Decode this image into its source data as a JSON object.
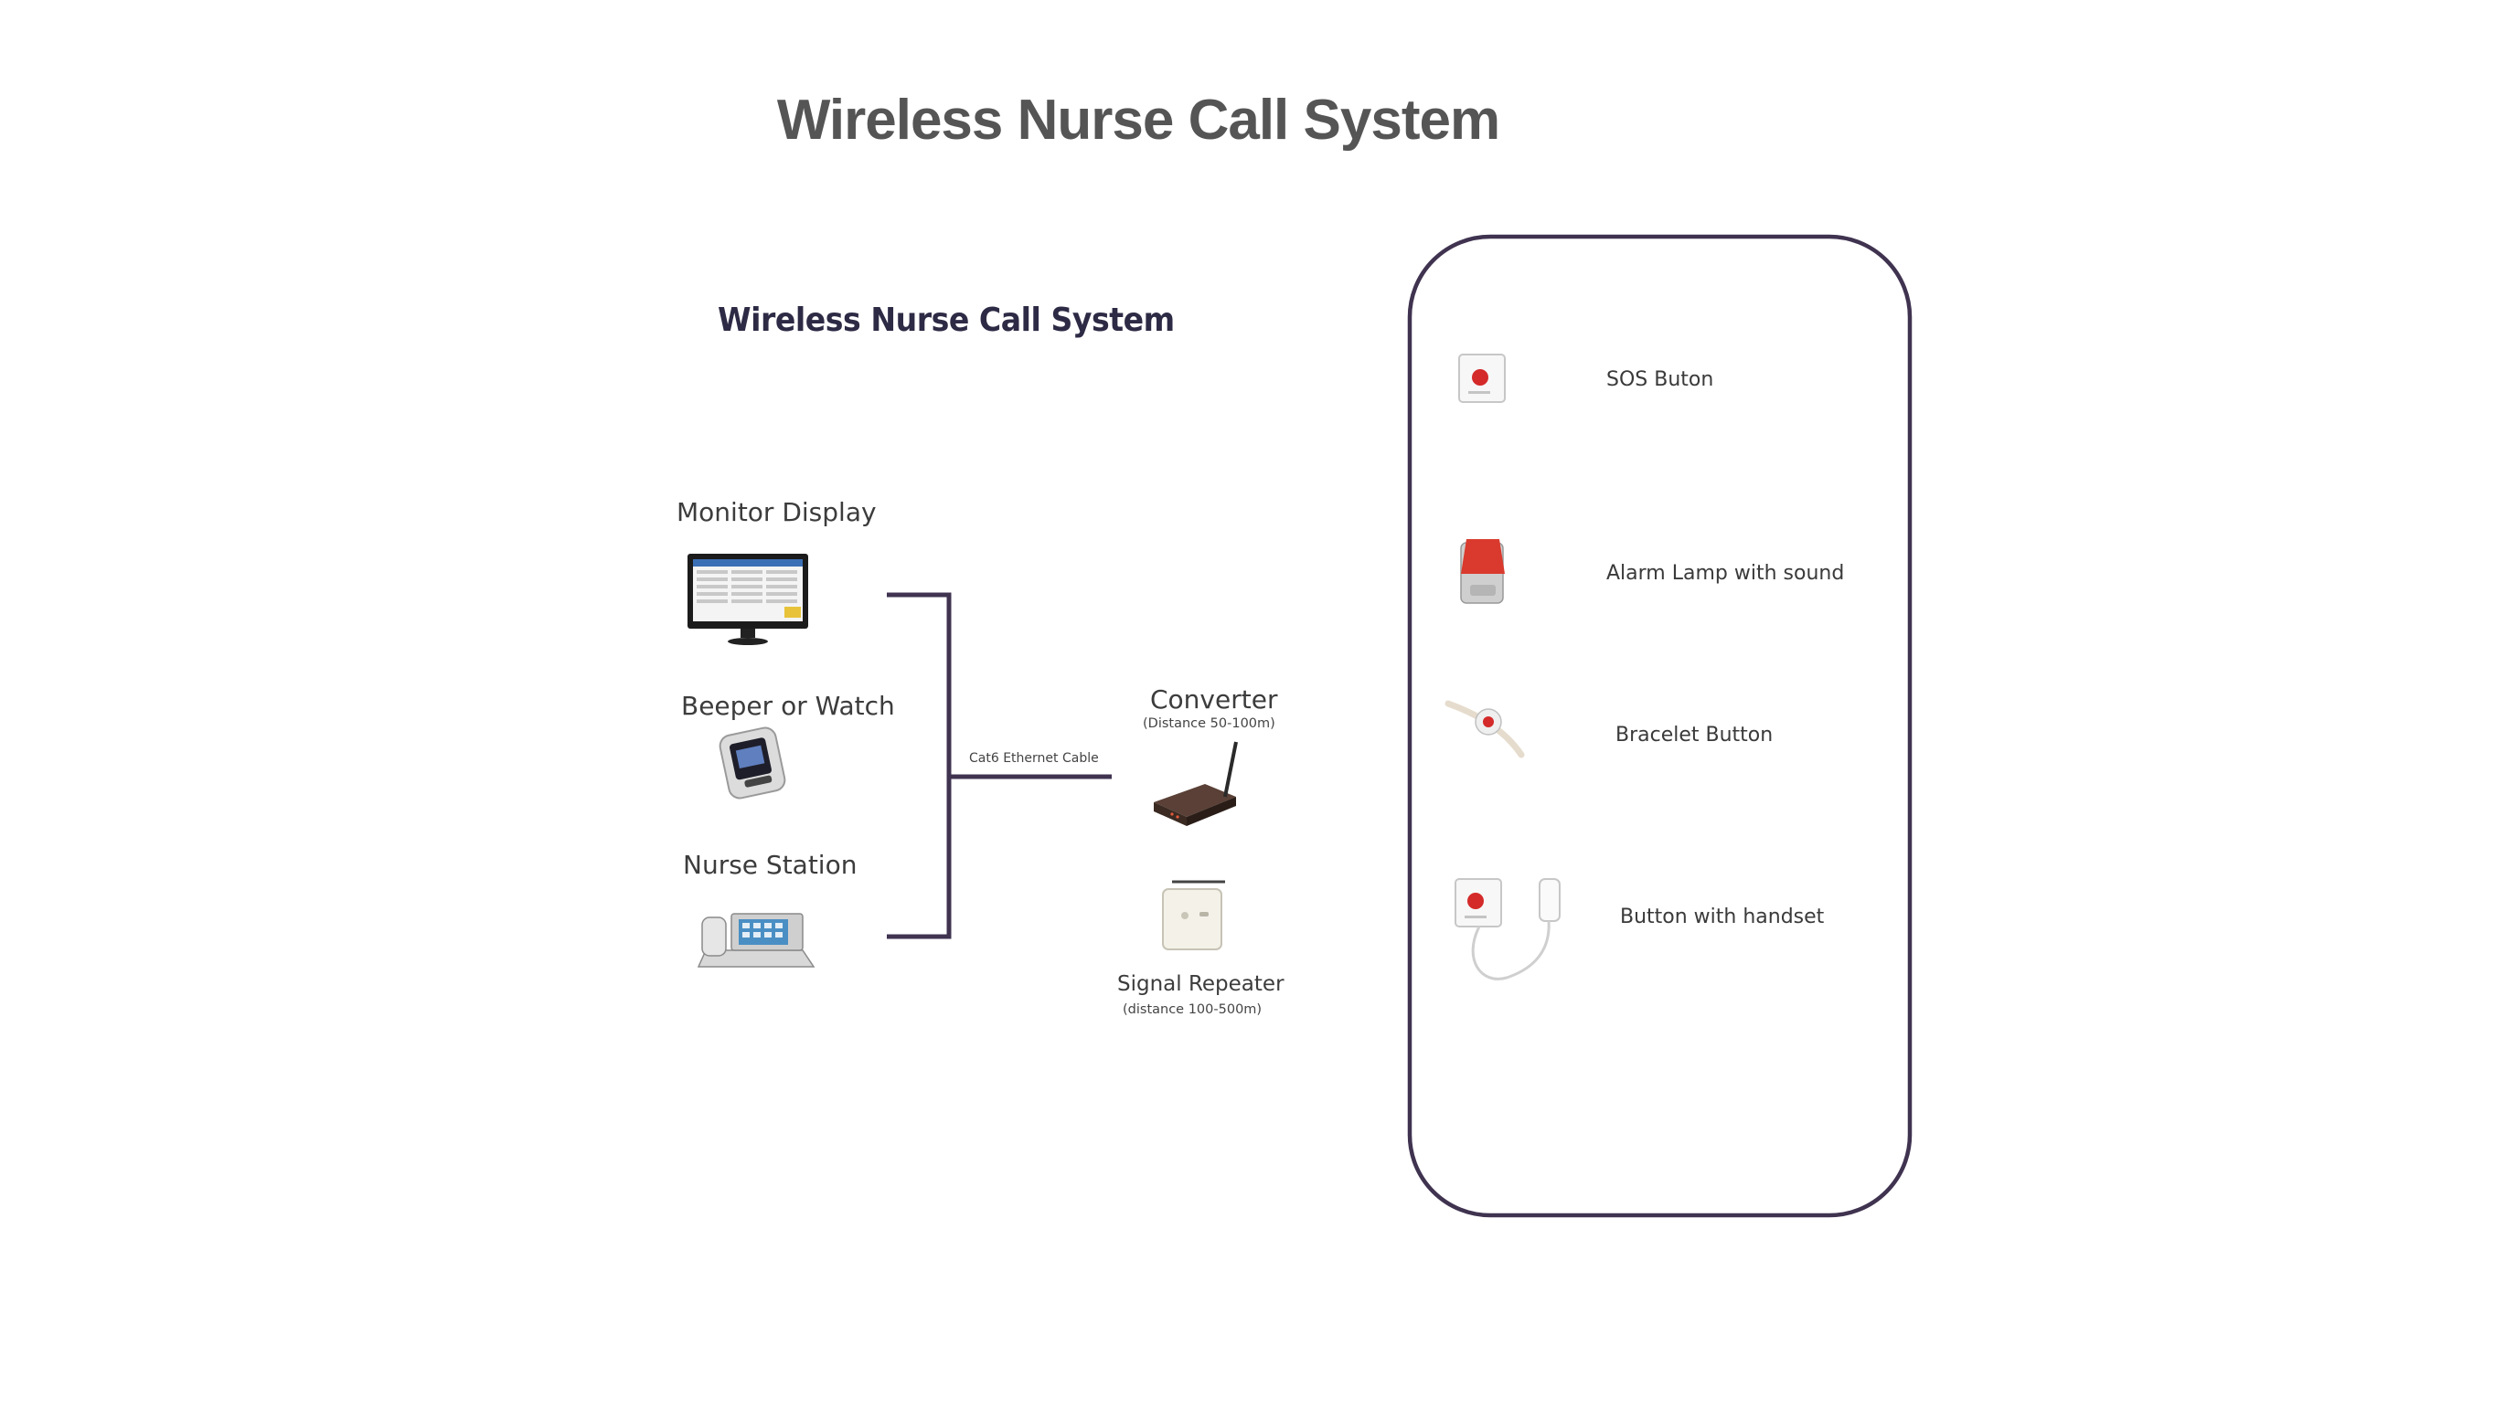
{
  "main_title": "Wireless Nurse Call System",
  "sub_title": "Wireless Nurse Call System",
  "left_devices": {
    "monitor": "Monitor Display",
    "beeper": "Beeper or Watch",
    "nurse_station": "Nurse Station"
  },
  "cable_label": "Cat6 Ethernet Cable",
  "converter": {
    "label": "Converter",
    "note": "(Distance 50-100m)"
  },
  "repeater": {
    "label": "Signal Repeater",
    "note": "(distance 100-500m)"
  },
  "right_panel": {
    "items": [
      "SOS Buton",
      "Alarm Lamp with sound",
      "Bracelet Button",
      "Button with handset"
    ]
  },
  "colors": {
    "line": "#3f3350",
    "panel_border": "#3f3350",
    "sos_red": "#d42a2a"
  }
}
